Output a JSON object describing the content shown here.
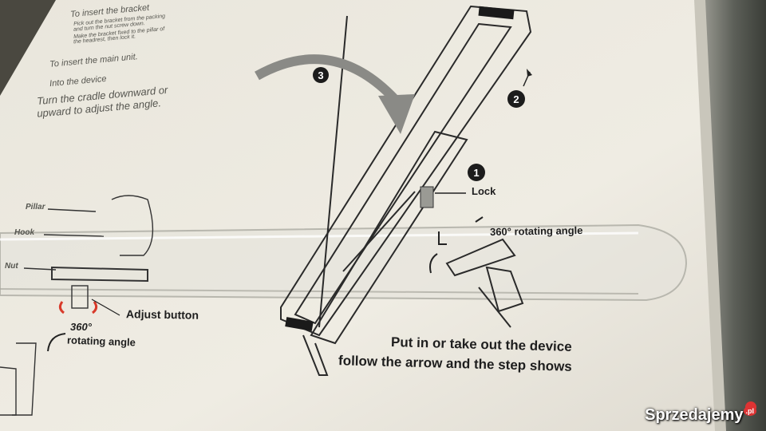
{
  "instructions": {
    "bracket": "To insert the bracket",
    "bracket_sub": [
      "Pick out the bracket from the packing",
      "and turn the nut screw down.",
      "Make the bracket fixed to the pillar of",
      "the headrest, then lock it."
    ],
    "main_unit": "To insert the main unit.",
    "device": "Into the device",
    "cradle_1": "Turn the cradle downward or",
    "cradle_2": "upward to adjust the angle."
  },
  "left_parts": {
    "pillar": "Pillar",
    "hook": "Hook",
    "nut": "Nut",
    "adjust_button": "Adjust button",
    "angle_deg": "360°",
    "angle_text": "rotating angle"
  },
  "steps": {
    "one": "1",
    "two": "2",
    "three": "3"
  },
  "lock_label": "Lock",
  "rotation_label": "360° rotating angle",
  "caption_1": "Put in or take out the device",
  "caption_2": "follow the arrow and the step shows",
  "watermark": "Sprzedajemy",
  "watermark_suffix": ".pl",
  "colors": {
    "paper": "#ece9df",
    "ink": "#222222",
    "arrow": "#8a8a86",
    "accent_red": "#d83a2a"
  }
}
